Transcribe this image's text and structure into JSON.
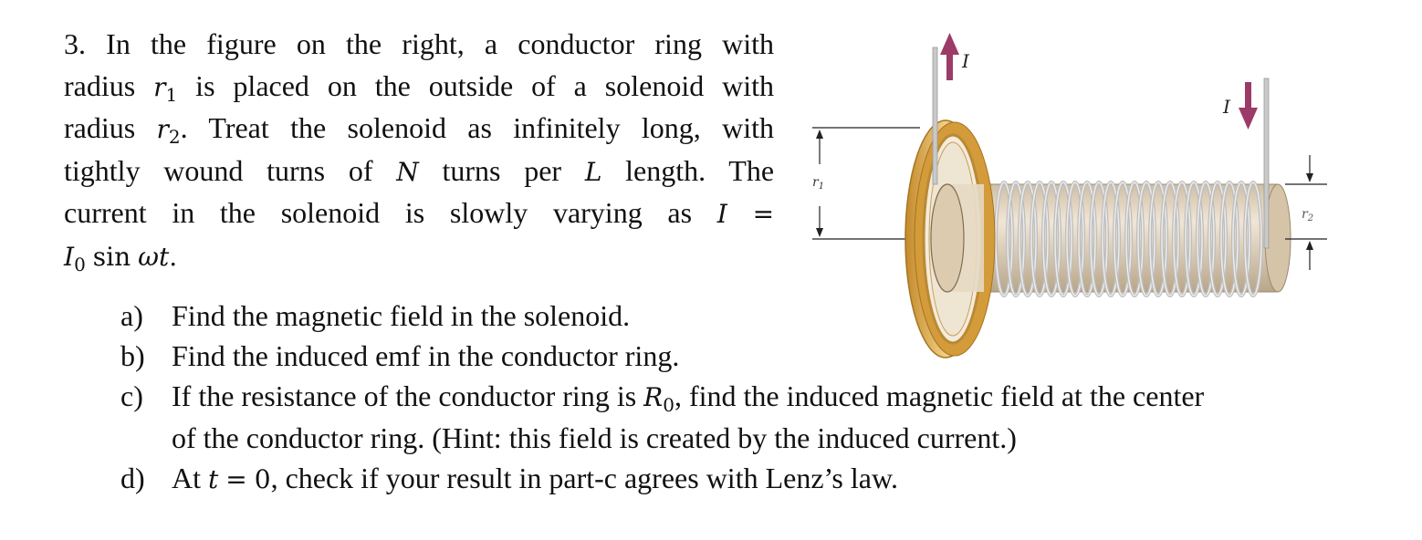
{
  "problem": {
    "number": "3.",
    "text_1": "In the figure on the right, a conductor ring with",
    "text_2a": "radius",
    "r1_sym": "r",
    "r1_sub": "1",
    "text_2b": "is placed on the outside of a solenoid with",
    "text_3a": "radius",
    "r2_sym": "r",
    "r2_sub": "2",
    "text_3b": ". Treat the solenoid as infinitely long, with",
    "text_4a": "tightly wound turns of",
    "N_sym": "N",
    "text_4b": "turns per",
    "L_sym": "L",
    "text_4c": "length. The",
    "text_5a": "current in the solenoid is slowly varying as",
    "I_sym": "I",
    "eq": "=",
    "I0_sym": "I",
    "I0_sub": "0",
    "sin": "sin",
    "omega_t": "ωt",
    "period": "."
  },
  "parts": [
    {
      "label": "a)",
      "text": "Find the magnetic field in the solenoid."
    },
    {
      "label": "b)",
      "text": "Find the induced emf in the conductor ring."
    },
    {
      "label": "c)",
      "text_a": "If the resistance of the conductor ring is",
      "R_sym": "R",
      "R_sub": "0",
      "text_b": ", find the induced magnetic field at the center",
      "text_c": "of the conductor ring. (Hint: this field is created by the induced current.)"
    },
    {
      "label": "d)",
      "text_a": "At",
      "t_sym": "t",
      "eq": "=",
      "zero": "0",
      "text_b": ", check if your result in part-c agrees with Lenz’s law."
    }
  ],
  "figure": {
    "current_label_in": "I",
    "current_label_out": "I",
    "r1_label": "r",
    "r1_sub": "1",
    "r2_label": "r",
    "r2_sub": "2",
    "colors": {
      "ring": "#d9a94c",
      "ring_dark": "#b78328",
      "arrow": "#9c3a68",
      "coil": "#c9c9c9",
      "core": "#e2d2bc"
    }
  }
}
